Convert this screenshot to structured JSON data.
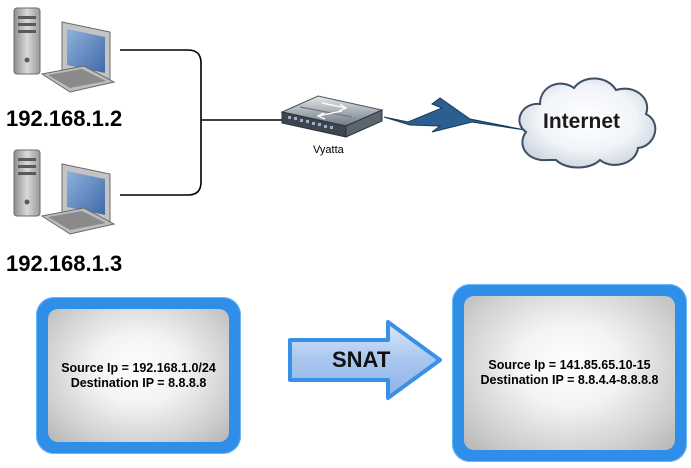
{
  "hosts": [
    {
      "ip": "192.168.1.2"
    },
    {
      "ip": "192.168.1.3"
    }
  ],
  "router": {
    "label": "Vyatta"
  },
  "cloud": {
    "label": "Internet"
  },
  "before_box": {
    "source": "Source Ip = 192.168.1.0/24",
    "destination": "Destination IP = 8.8.8.8"
  },
  "arrow": {
    "label": "SNAT"
  },
  "after_box": {
    "source": "Source Ip = 141.85.65.10-15",
    "destination": "Destination IP = 8.8.4.4-8.8.8.8"
  },
  "colors": {
    "box_border": "#2f8fe8",
    "arrow_fill": "#aac8ee",
    "arrow_border": "#3a8fe6",
    "lightning": "#2a5f8f",
    "monitor_screen": "#5b83bd"
  }
}
